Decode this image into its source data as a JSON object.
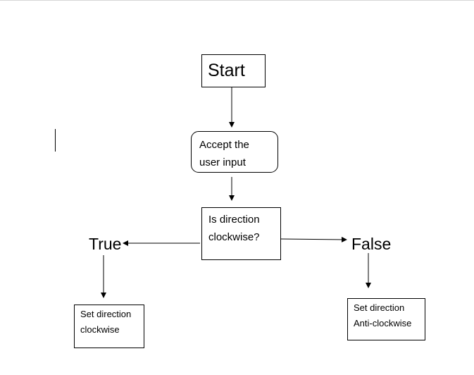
{
  "diagram": {
    "nodes": {
      "start": "Start",
      "input": "Accept the\nuser input",
      "decision": "Is direction\nclockwise?",
      "clockwise": "Set direction\nclockwise",
      "anticlockwise": "Set direction\nAnti-clockwise"
    },
    "branches": {
      "true_label": "True",
      "false_label": "False"
    },
    "edges": [
      {
        "from": "start",
        "to": "input"
      },
      {
        "from": "input",
        "to": "decision"
      },
      {
        "from": "decision",
        "to": "true_label"
      },
      {
        "from": "decision",
        "to": "false_label"
      },
      {
        "from": "true_label",
        "to": "clockwise"
      },
      {
        "from": "false_label",
        "to": "anticlockwise"
      }
    ]
  }
}
